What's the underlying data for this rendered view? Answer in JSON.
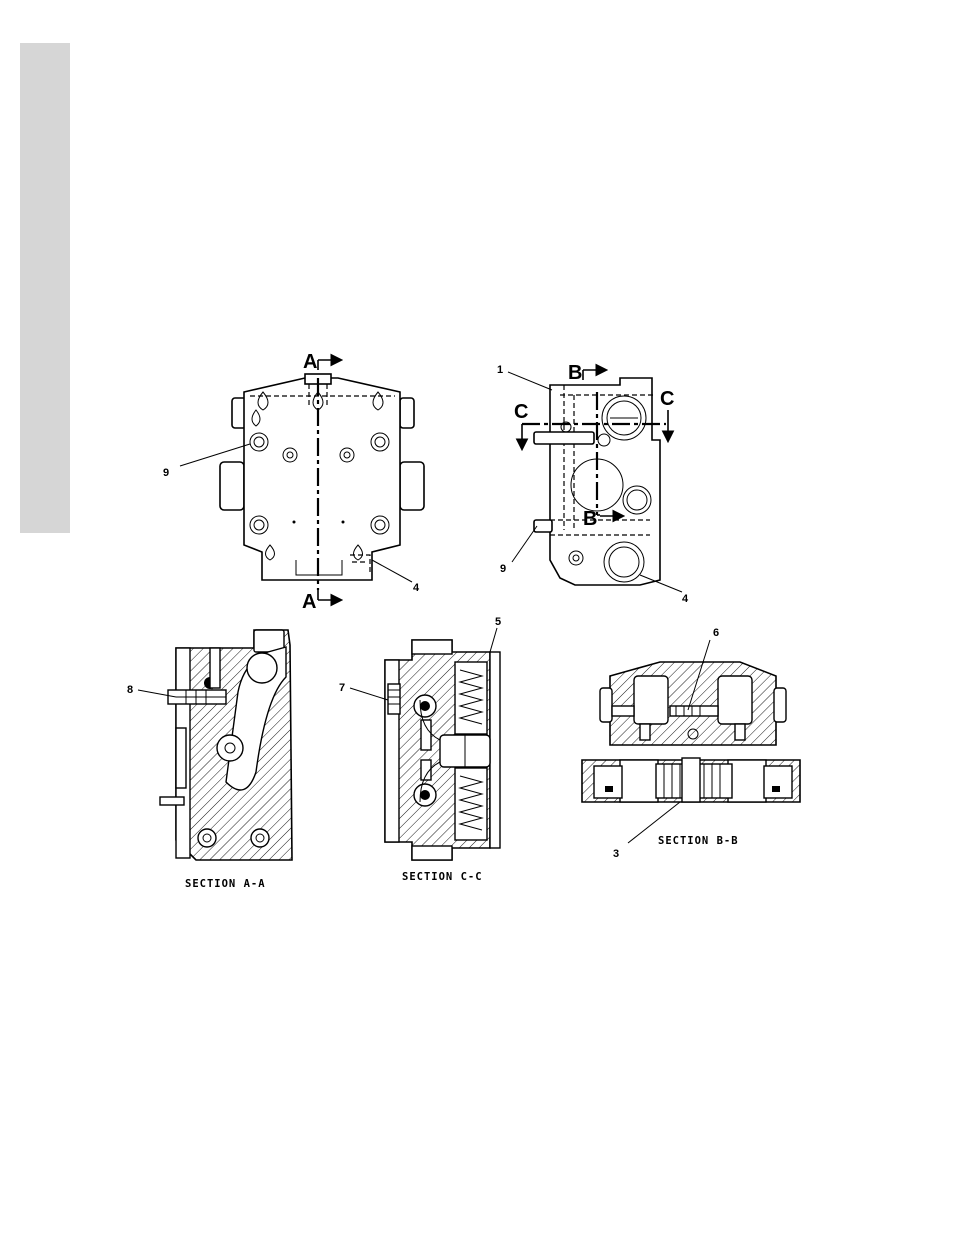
{
  "section_marks": {
    "a": "A",
    "b": "B",
    "c": "C"
  },
  "callouts": {
    "top_left": {
      "nine": "9",
      "four": "4"
    },
    "top_right": {
      "one": "1",
      "nine": "9",
      "four": "4"
    },
    "sections": {
      "eight": "8",
      "seven": "7",
      "five": "5",
      "six": "6",
      "three": "3"
    }
  },
  "captions": {
    "section_aa": "SECTION A-A",
    "section_cc": "SECTION C-C",
    "section_bb": "SECTION B-B"
  }
}
